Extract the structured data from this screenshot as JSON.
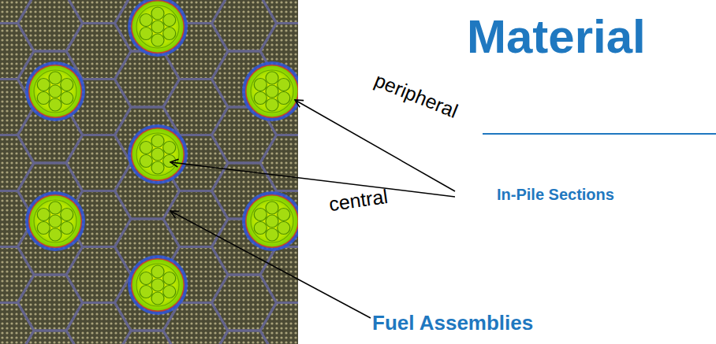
{
  "diagram": {
    "title": "Material",
    "labels": [
      "peripheral",
      "central",
      "In-Pile Sections",
      "Fuel Assemblies"
    ]
  }
}
